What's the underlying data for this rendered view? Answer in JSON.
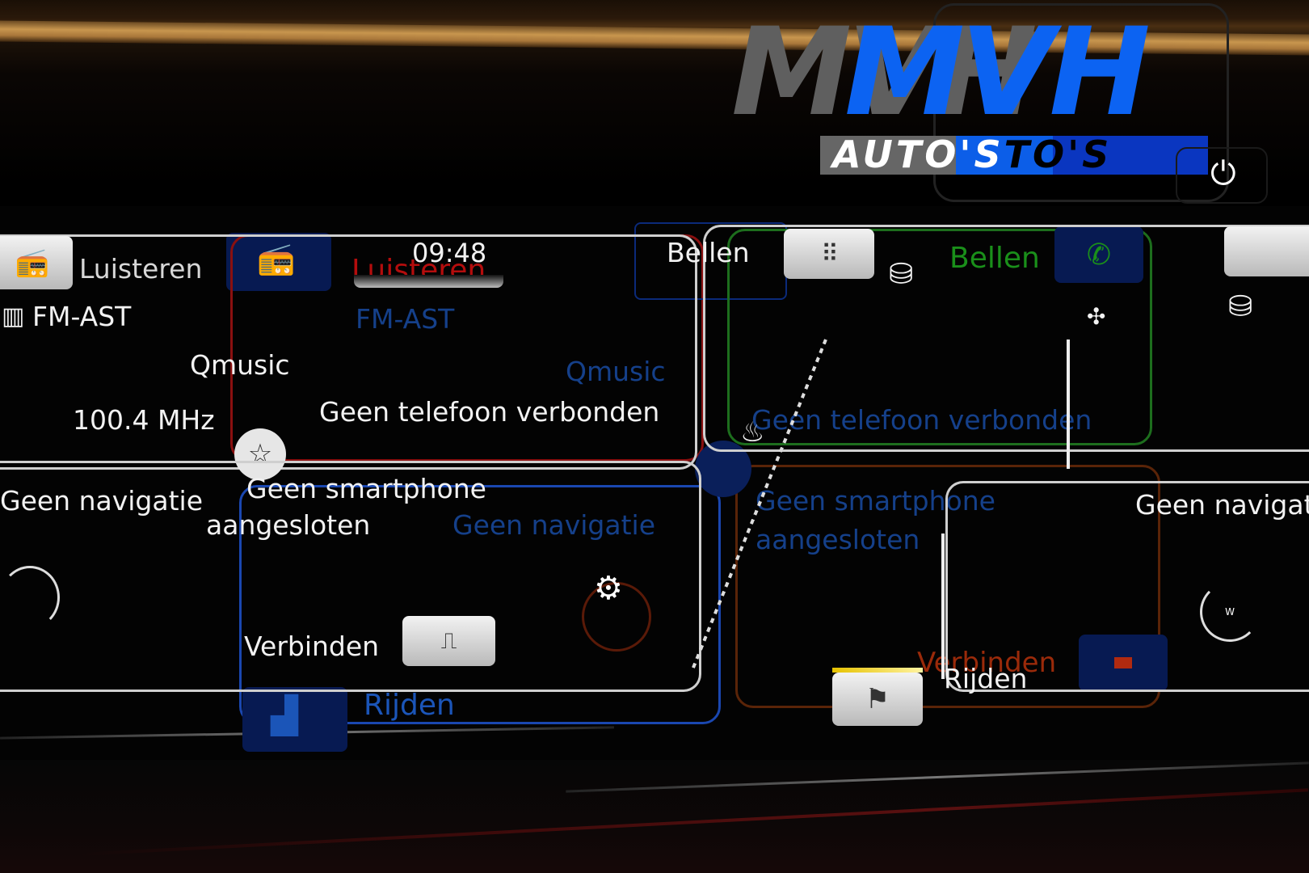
{
  "watermark": {
    "brand_top": "MVH",
    "brand_bottom_white": "AUTO'S",
    "brand_bottom_blue": "TO'S"
  },
  "status": {
    "clock": "09:48"
  },
  "tiles": {
    "listen": {
      "tab_label": "Luisteren",
      "ghost_tab_label": "Luisteren",
      "source": "FM-AST",
      "station": "Qmusic",
      "frequency": "100.4 MHz",
      "ghost_source": "FM-AST",
      "ghost_station": "Qmusic"
    },
    "phone": {
      "tab_label": "Bellen",
      "ghost_tab_label": "Bellen",
      "status": "Geen telefoon verbonden",
      "ghost_status": "Geen telefoon verbonden"
    },
    "navigation": {
      "status": "Geen navigatie",
      "ghost_status": "Geen navigatie",
      "status_right": "Geen navigatie"
    },
    "smartphone": {
      "status_line1": "Geen smartphone",
      "status_line2": "aangesloten",
      "ghost_status_line1": "Geen smartphone",
      "ghost_status_line2": "aangesloten",
      "connect_label": "Verbinden",
      "ghost_connect_label": "Verbinden"
    },
    "drive": {
      "tab_label": "Rijden",
      "ghost_tab_label": "Rijden"
    }
  },
  "icons": {
    "radio": "radio-icon",
    "keypad": "keypad-icon",
    "phone": "phone-icon",
    "favorite": "star-icon",
    "compass": "compass-icon",
    "drive": "drive-mode-icon",
    "connect": "smartphone-connect-icon",
    "power": "power-icon"
  },
  "colors": {
    "listen_accent": "#b40d0d",
    "phone_accent": "#1a8f1a",
    "drive_accent": "#1b55b8",
    "connect_accent": "#9a2a0a",
    "logo_blue": "#0c63f2"
  }
}
